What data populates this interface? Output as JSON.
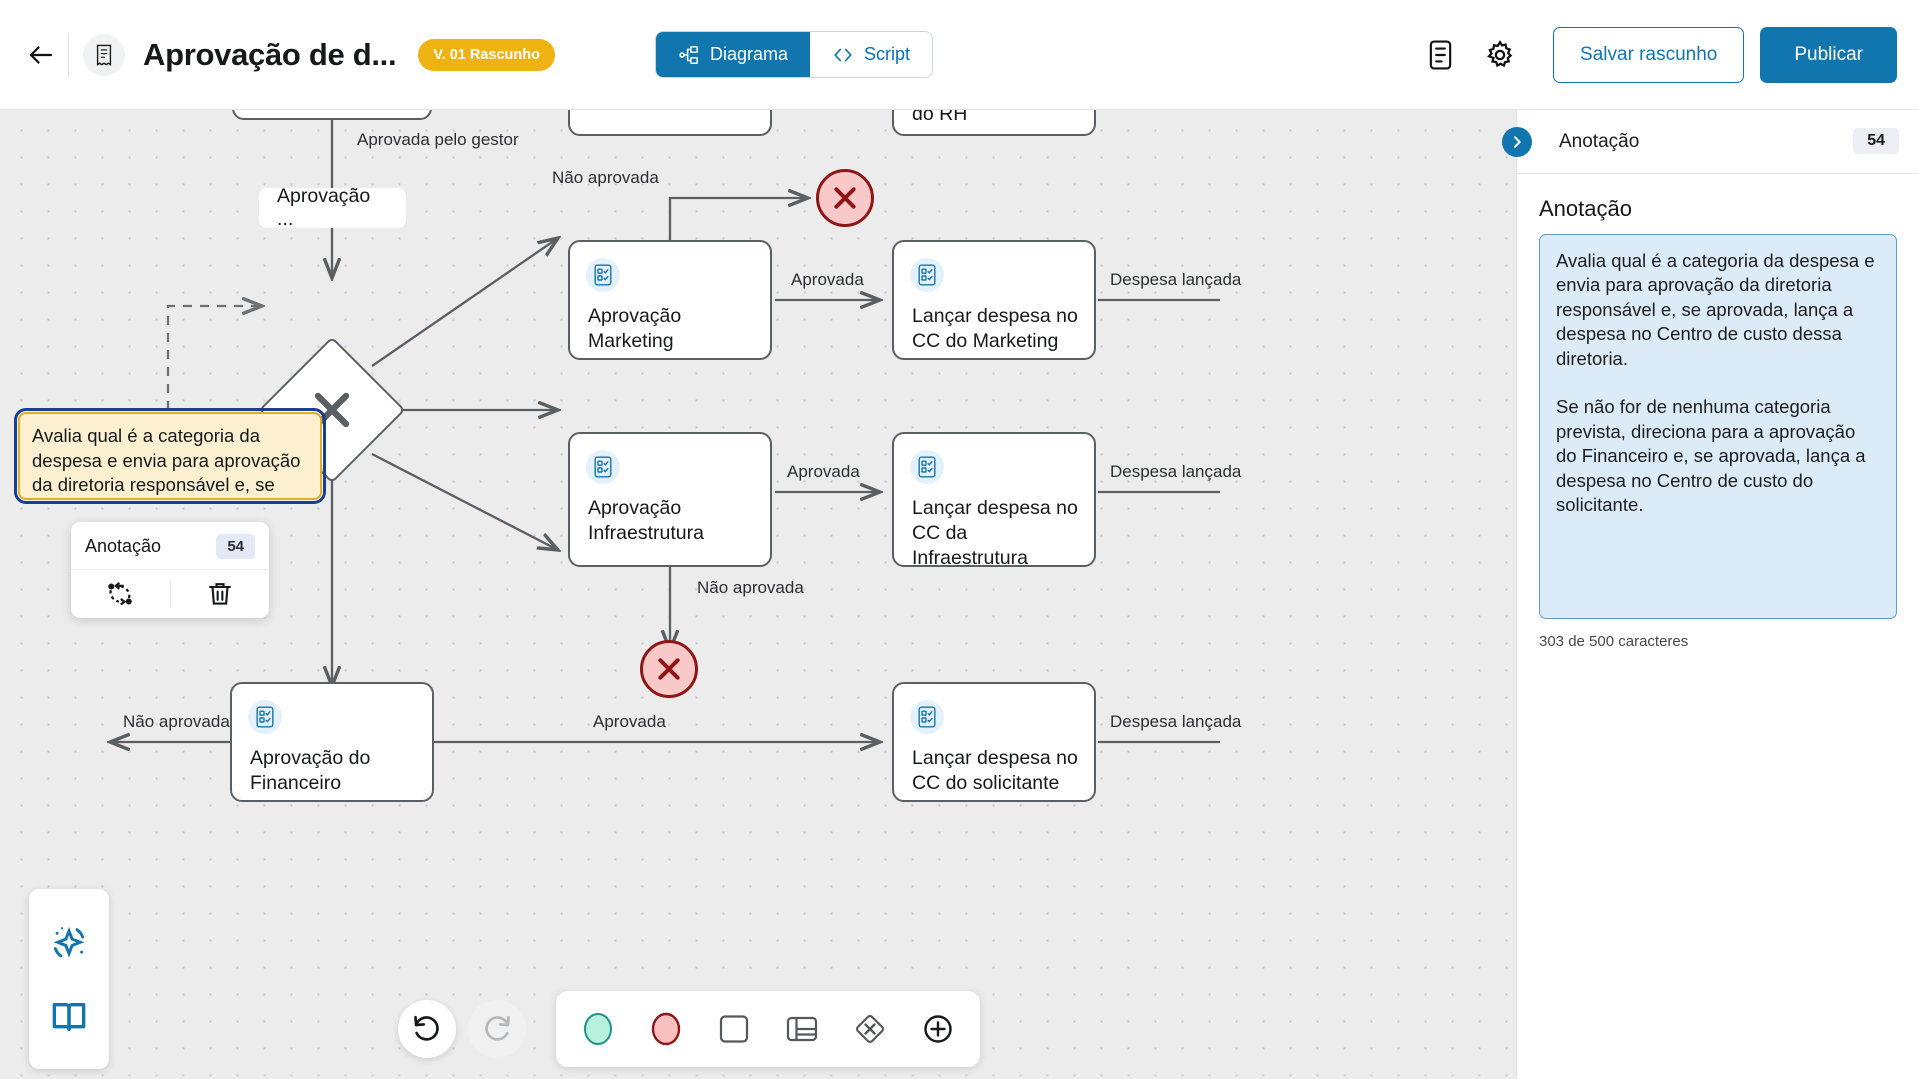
{
  "header": {
    "back_icon": "arrow-left-icon",
    "doc_icon": "receipt-icon",
    "title": "Aprovação de d...",
    "version_badge": "V. 01 Rascunho",
    "tabs": [
      {
        "label": "Diagrama",
        "icon": "sitemap-icon",
        "active": true
      },
      {
        "label": "Script",
        "icon": "code-icon",
        "active": false
      }
    ],
    "doc_list_icon": "document-list-icon",
    "settings_icon": "gear-icon",
    "save_draft_label": "Salvar rascunho",
    "publish_label": "Publicar",
    "accent_color": "#1276ae",
    "badge_color": "#eeb211"
  },
  "canvas": {
    "nodes": [
      {
        "id": "n-top-left",
        "label": "",
        "kind": "task-clipped"
      },
      {
        "id": "n-top-mid",
        "label": "",
        "kind": "task-clipped"
      },
      {
        "id": "n-top-right",
        "label": "do RH",
        "kind": "task-clipped"
      },
      {
        "id": "n-aprovacao-short",
        "label": "Aprovação ...",
        "kind": "plain"
      },
      {
        "id": "n-aprovacao-marketing",
        "label": "Aprovação Marketing",
        "kind": "task",
        "icon": "form-check-icon"
      },
      {
        "id": "n-lancar-marketing",
        "label": "Lançar despesa no CC do Marketing",
        "kind": "task",
        "icon": "form-check-icon"
      },
      {
        "id": "n-aprovacao-infra",
        "label": "Aprovação Infraestrutura",
        "kind": "task",
        "icon": "form-check-icon"
      },
      {
        "id": "n-lancar-infra",
        "label": "Lançar despesa no CC da Infraestrutura",
        "kind": "task",
        "icon": "form-check-icon"
      },
      {
        "id": "n-aprovacao-financeiro",
        "label": "Aprovação do Financeiro",
        "kind": "task",
        "icon": "form-check-icon"
      },
      {
        "id": "n-lancar-solicitante",
        "label": "Lançar despesa no CC do solicitante",
        "kind": "task",
        "icon": "form-check-icon"
      }
    ],
    "gateway": {
      "id": "gw-categoria",
      "icon": "x-gateway-icon"
    },
    "end_events": [
      {
        "id": "end-marketing",
        "icon": "x-end-icon"
      },
      {
        "id": "end-infra",
        "icon": "x-end-icon"
      },
      {
        "id": "end-top",
        "icon": "x-end-icon"
      }
    ],
    "edge_labels": [
      "Aprovada pelo gestor",
      "Não aprovada",
      "Aprovada",
      "Despesa lançada",
      "Aprovada",
      "Despesa lançada",
      "Não aprovada",
      "Não aprovada",
      "Aprovada",
      "Despesa lançada"
    ],
    "annotation_note": {
      "text": "Avalia qual é a categoria da despesa e envia para aprovação da diretoria responsável e, se aprovada, lança a...",
      "fill": "#fdf0d0",
      "border": "#e0ae28",
      "selected_outline": "#1b3f8f"
    },
    "annotation_popover": {
      "title": "Anotação",
      "count": "54",
      "actions": [
        {
          "name": "reconnect-icon"
        },
        {
          "name": "trash-icon"
        }
      ]
    },
    "left_dock": [
      {
        "name": "ai-sparkle-icon"
      },
      {
        "name": "book-icon"
      }
    ],
    "bottom_toolbar": {
      "undo": {
        "name": "undo-icon",
        "enabled": true
      },
      "redo": {
        "name": "redo-icon",
        "enabled": false
      },
      "shapes": [
        {
          "name": "start-event-circle-icon"
        },
        {
          "name": "end-event-circle-icon"
        },
        {
          "name": "task-rect-icon"
        },
        {
          "name": "lane-icon"
        },
        {
          "name": "gateway-diamond-icon"
        },
        {
          "name": "add-plus-icon"
        }
      ]
    }
  },
  "right_panel": {
    "collapse_icon": "chevron-right-icon",
    "header_title": "Anotação",
    "header_count": "54",
    "section_title": "Anotação",
    "textarea_value": "Avalia qual é a categoria da despesa e envia para aprovação da diretoria responsável e, se aprovada, lança a despesa no Centro de custo dessa diretoria.\n\nSe não for de nenhuma categoria prevista, direciona para a aprovação do Financeiro e, se aprovada, lança a despesa no Centro de custo do solicitante.",
    "char_counter": "303 de 500 caracteres"
  }
}
